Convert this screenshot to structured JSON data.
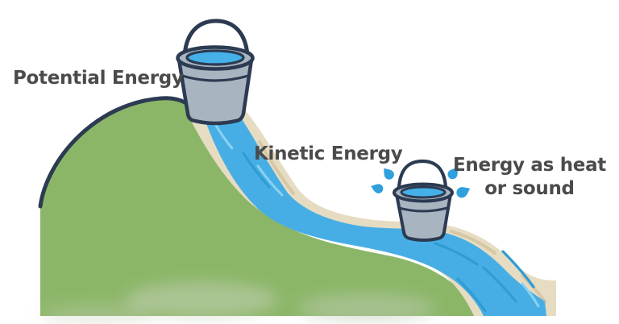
{
  "figure": {
    "type": "illustration",
    "topic": "Energy transformation of water flowing downhill",
    "labels": {
      "potential": "Potential Energy",
      "kinetic": "Kinetic Energy",
      "heat_line1": "Energy as heat",
      "heat_line2": "or sound"
    },
    "elements": {
      "hill": "green hill",
      "stream": "blue stream flowing downhill between tan banks",
      "big_bucket": "bucket full of water at hilltop (potential energy)",
      "small_bucket": "bucket in stream lower down with splashing water",
      "droplets": "splash droplets around lower bucket"
    },
    "colors": {
      "background": "#ffffff",
      "hill_green": "#8bb667",
      "hill_highlight": "#c2cdb4",
      "outline_navy": "#2c3b52",
      "bank_tan": "#e6dcc2",
      "bank_tan_shade": "#d6c8a6",
      "water_blue": "#47aee5",
      "water_streak_dark": "#2f9cd4",
      "water_streak_light": "#8ad2f3",
      "bucket_gray": "#a9b4c1",
      "bucket_water_blue": "#45b1e8",
      "droplet_blue": "#2fa0dc",
      "label_text": "#4b4b4b"
    }
  }
}
